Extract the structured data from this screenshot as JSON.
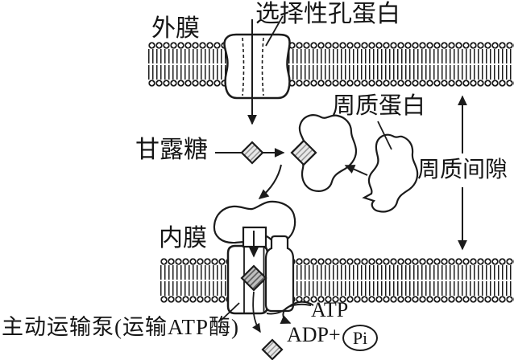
{
  "labels": {
    "outer_membrane": "外膜",
    "selective_porin": "选择性孔蛋白",
    "periplasmic_protein": "周质蛋白",
    "mannose": "甘露糖",
    "periplasmic_space": "周质间隙",
    "inner_membrane": "内膜",
    "pump": "主动运输泵(运输ATP酶)",
    "atp": "ATP",
    "adp": "ADP+",
    "pi": "Pi"
  },
  "colors": {
    "ink": "#1b1b1b",
    "paper": "#ffffff",
    "mannose_diamond_fill": "#e9e9e9",
    "pump_diamond_fill": "#bfbfbf"
  },
  "shapes": {
    "mannose_symbol": "hatched-diamond",
    "membrane_symbol": "phospholipid-bilayer-beads",
    "porin_symbol": "channel-barrel",
    "periplasmic_protein_symbol": "irregular-blob",
    "pi_symbol": "circled-pi"
  }
}
